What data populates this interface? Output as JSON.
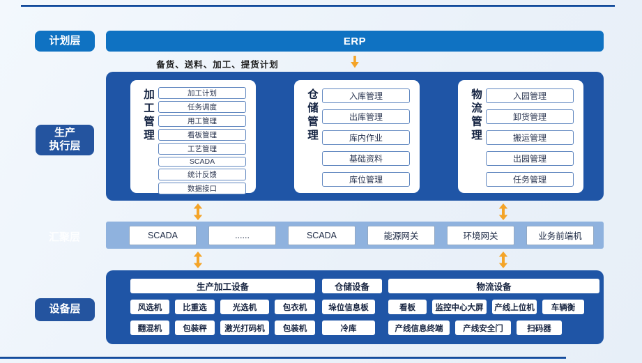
{
  "diagram": {
    "layer_labels": {
      "planning": "计划层",
      "execution_line1": "生产",
      "execution_line2": "执行层",
      "convergence": "汇聚层",
      "device": "设备层"
    },
    "erp": {
      "label": "ERP"
    },
    "plan_caption": "备货、送料、加工、提货计划",
    "mes_panels": [
      {
        "title": "加工管理",
        "items": [
          "加工计划",
          "任务调度",
          "用工管理",
          "看板管理",
          "工艺管理",
          "SCADA",
          "统计反馈",
          "数据接口"
        ]
      },
      {
        "title": "仓储管理",
        "items": [
          "入库管理",
          "出库管理",
          "库内作业",
          "基础资料",
          "库位管理"
        ]
      },
      {
        "title": "物流管理",
        "items": [
          "入园管理",
          "卸货管理",
          "搬运管理",
          "出园管理",
          "任务管理"
        ]
      }
    ],
    "gateway_band": {
      "items": [
        "SCADA",
        "......",
        "SCADA",
        "能源网关",
        "环境网关",
        "业务前端机"
      ]
    },
    "device_layer": {
      "headers": [
        "生产加工设备",
        "仓储设备",
        "物流设备"
      ],
      "production_rows": [
        [
          "风选机",
          "比重选",
          "光选机",
          "包衣机"
        ],
        [
          "翻混机",
          "包装秤",
          "激光打码机",
          "包装机"
        ]
      ],
      "warehouse_rows": [
        [
          "垛位信息板"
        ],
        [
          "冷库"
        ]
      ],
      "logistics_rows": [
        [
          "看板",
          "监控中心大屏",
          "产线上位机",
          "车辆衡"
        ],
        [
          "产线信息终端",
          "产线安全门",
          "扫码器"
        ]
      ]
    },
    "colors": {
      "accent_orange": "#F4A428",
      "bright_blue": "#0F72C2",
      "deep_blue": "#1F55A6",
      "band_blue": "#8FB2DE",
      "divider_blue": "#1B4F9F"
    }
  }
}
